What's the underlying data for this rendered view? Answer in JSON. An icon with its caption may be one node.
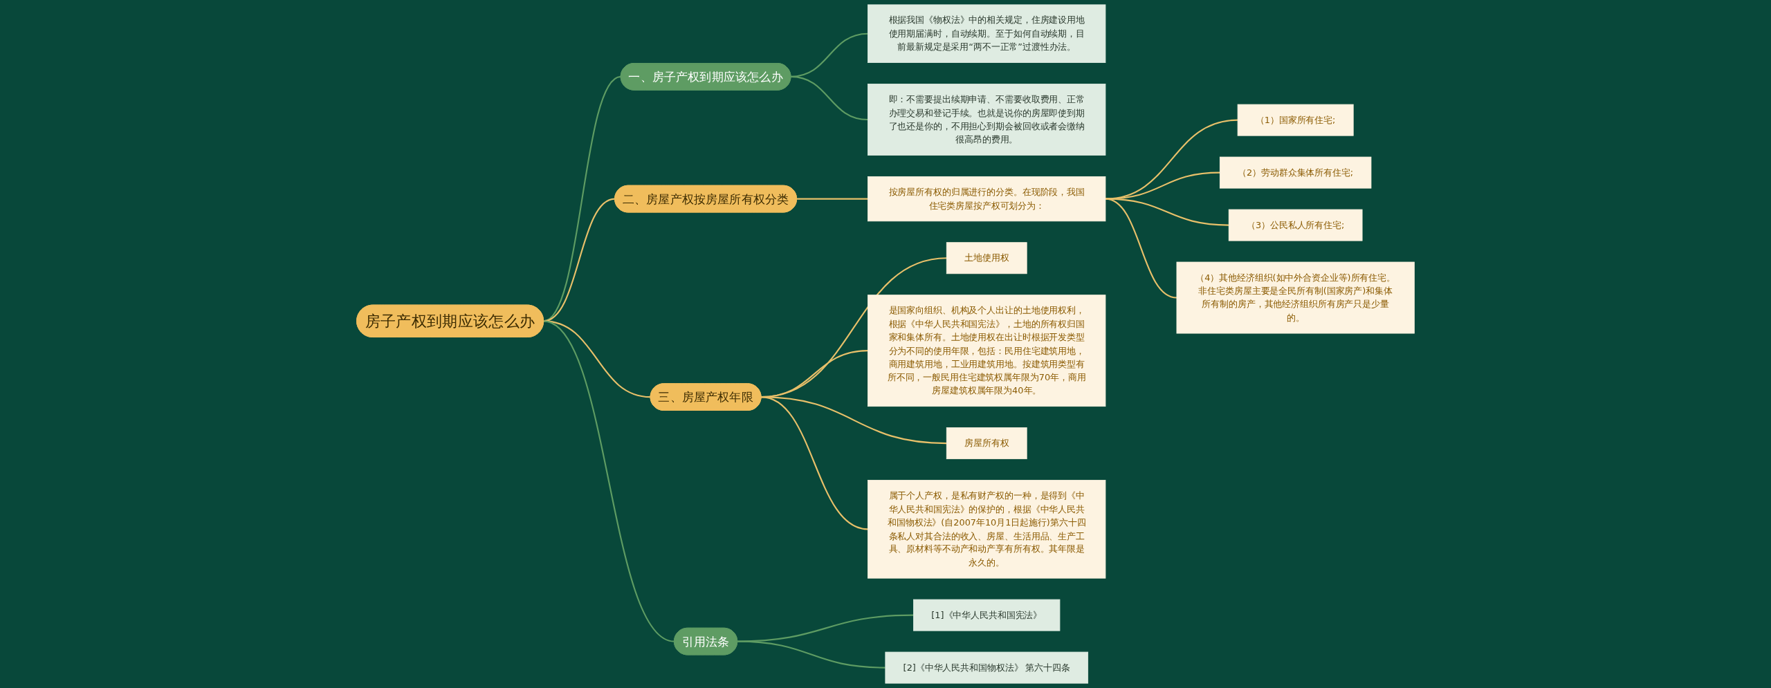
{
  "diagram": {
    "nodes": [
      {
        "text": [
          "房子产权到期应该怎么办"
        ]
      },
      {
        "text": [
          "一、房子产权到期应该怎么办"
        ]
      },
      {
        "text": [
          "根据我国《物权法》中的相关规定，住房建设用地使用期届满时，自动续期。至于如何自动续期，目前最新规定是采用“两不一正常”过渡性办法。"
        ]
      },
      {
        "text": [
          "即：不需要提出续期申请、不需要收取费用、正常办理交易和登记手续。也就是说你的房屋即使到期了也还是你的，不用担心到期会被回收或者会缴纳很高昂的费用。"
        ]
      },
      {
        "text": [
          "二、房屋产权按房屋所有权分类"
        ]
      },
      {
        "text": [
          "按房屋所有权的归属进行的分类。在现阶段，我国住宅类房屋按产权可划分为："
        ]
      },
      {
        "text": [
          "（1）国家所有住宅;"
        ]
      },
      {
        "text": [
          "（2）劳动群众集体所有住宅;"
        ]
      },
      {
        "text": [
          "（3）公民私人所有住宅;"
        ]
      },
      {
        "text": [
          "（4）其他经济组织(如中外合资企业等)所有住宅。非住宅类房屋主要是全民所有制(国家房产)和集体所有制的房产，其他经济组织所有房产只是少量的。"
        ]
      },
      {
        "text": [
          "三、房屋产权年限"
        ]
      },
      {
        "text": [
          "土地使用权"
        ]
      },
      {
        "text": [
          "是国家向组织、机构及个人出让的土地使用权利，根据《中华人民共和国宪法》，土地的所有权归国家和集体所有。土地使用权在出让时根据开发类型分为不同的使用年限，包括：民用住宅建筑用地，商用建筑用地，工业用建筑用地。按建筑用类型有所不同，一般民用住宅建筑权属年限为70年，商用房屋建筑权属年限为40年。"
        ]
      },
      {
        "text": [
          "房屋所有权"
        ]
      },
      {
        "text": [
          "属于个人产权，是私有财产权的一种，是得到《中华人民共和国宪法》的保护的，根据《中华人民共和国物权法》(自2007年10月1日起施行)第六十四条私人对其合法的收入、房屋、生活用品、生产工具、原材料等不动产和动产享有所有权。其年限是永久的。"
        ]
      },
      {
        "text": [
          "引用法条"
        ]
      },
      {
        "text": [
          "[1]《中华人民共和国宪法》"
        ]
      },
      {
        "text": [
          "[2]《中华人民共和国物权法》 第六十四条"
        ]
      }
    ],
    "edges": [
      {
        "from": 0,
        "to": 1,
        "arrow": "none",
        "color": "#5e9c63"
      },
      {
        "from": 1,
        "to": 2,
        "arrow": "none",
        "color": "#5e9c63"
      },
      {
        "from": 1,
        "to": 3,
        "arrow": "none",
        "color": "#5e9c63"
      },
      {
        "from": 0,
        "to": 4,
        "arrow": "none"
      },
      {
        "from": 4,
        "to": 5,
        "arrow": "none"
      },
      {
        "from": 5,
        "to": 6,
        "arrow": "none"
      },
      {
        "from": 5,
        "to": 7,
        "arrow": "none"
      },
      {
        "from": 5,
        "to": 8,
        "arrow": "none"
      },
      {
        "from": 5,
        "to": 9,
        "arrow": "none"
      },
      {
        "from": 0,
        "to": 10,
        "arrow": "none"
      },
      {
        "from": 10,
        "to": 11,
        "arrow": "none"
      },
      {
        "from": 10,
        "to": 12,
        "arrow": "none"
      },
      {
        "from": 10,
        "to": 13,
        "arrow": "none"
      },
      {
        "from": 10,
        "to": 14,
        "arrow": "none"
      },
      {
        "from": 0,
        "to": 15,
        "arrow": "none",
        "color": "#5e9c63"
      },
      {
        "from": 15,
        "to": 16,
        "arrow": "none",
        "color": "#5e9c63"
      },
      {
        "from": 15,
        "to": 17,
        "arrow": "none",
        "color": "#5e9c63"
      }
    ]
  }
}
